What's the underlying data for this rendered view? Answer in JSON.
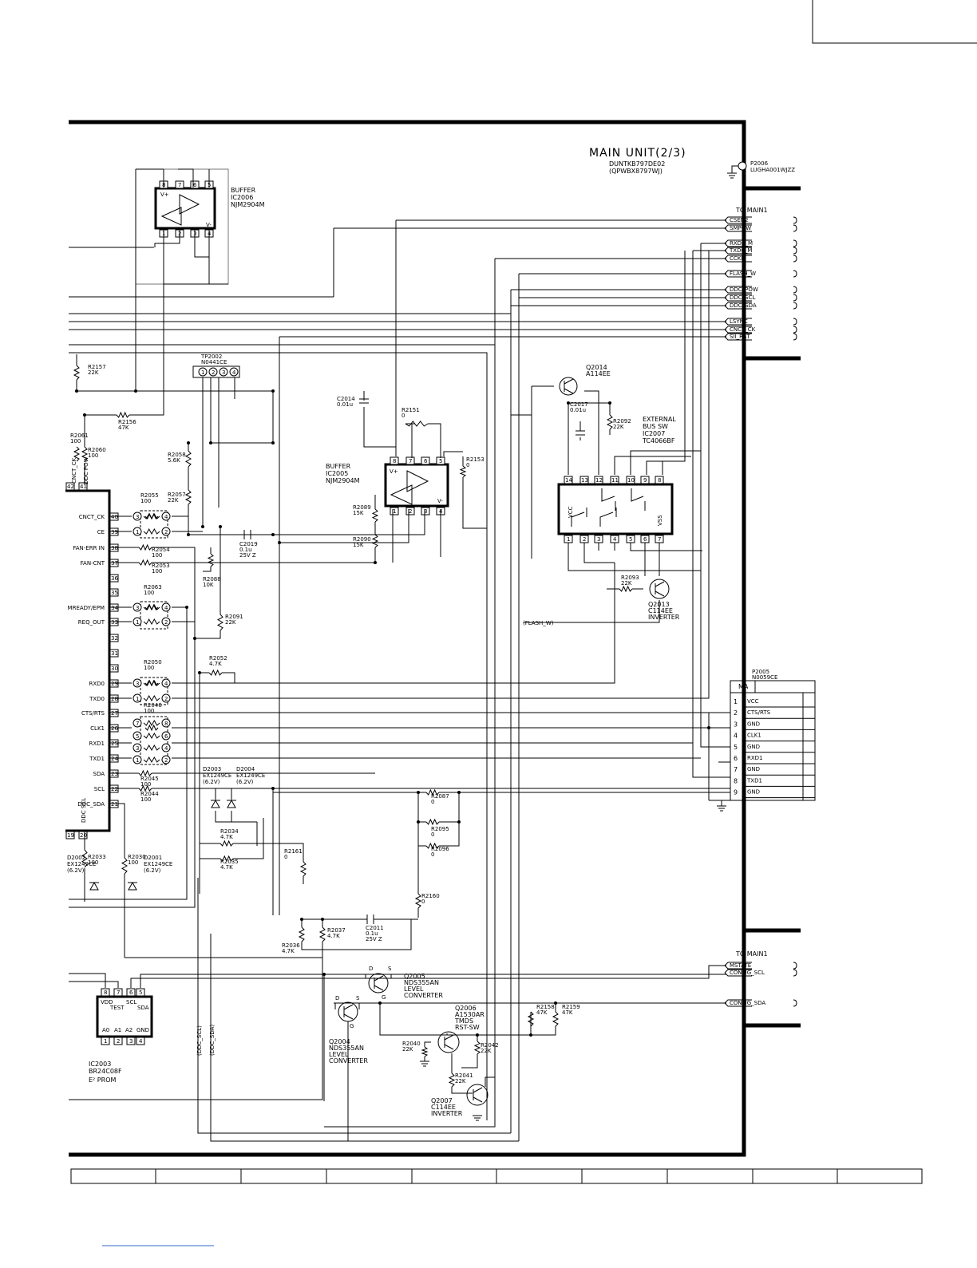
{
  "title": {
    "unit": "MAIN UNIT(2/3)",
    "part": "DUNTKB797DE02",
    "sub": "(QPWBX8797WJ)"
  },
  "ground": {
    "ref": "P2006",
    "part": "LUGHA001WJZZ"
  },
  "to_main_top": {
    "label": "TO MAIN1",
    "signals": [
      "CSEN2",
      "SMPOW",
      "RXD0_M",
      "TXD0_M",
      "CCKM",
      "FLASH_W",
      "DDC_POW",
      "DDC_SCL",
      "DDC_SDA",
      "LSYNC",
      "CNCT_CK",
      "SII_RST"
    ]
  },
  "to_main_bottom": {
    "label": "TO MAIN1",
    "signals": [
      "MSTATE",
      "CONFIG_SCL",
      "CONFIG_SDA"
    ]
  },
  "ics": {
    "ic2006": {
      "lines": [
        "BUFFER",
        "IC2006",
        "NJM2904M"
      ],
      "pins_top": [
        "8",
        "7",
        "6",
        "5"
      ],
      "pins_bottom": [
        "1",
        "2",
        "3",
        "4"
      ],
      "vplus": "V+",
      "vminus": "V-"
    },
    "ic2005": {
      "lines": [
        "BUFFER",
        "IC2005",
        "NJM2904M"
      ],
      "pins_top": [
        "8",
        "7",
        "6",
        "5"
      ],
      "pins_bottom": [
        "1",
        "2",
        "3",
        "4"
      ],
      "vplus": "V+",
      "vminus": "V-"
    },
    "ic2007": {
      "lines": [
        "EXTERNAL",
        "BUS SW",
        "IC2007",
        "TC4066BF"
      ],
      "pins_top": [
        "14",
        "13",
        "12",
        "11",
        "10",
        "9",
        "8"
      ],
      "pins_bottom": [
        "1",
        "2",
        "3",
        "4",
        "5",
        "6",
        "7"
      ],
      "vcc": "VCC",
      "vss": "VSS"
    },
    "ic2003": {
      "lines": [
        "IC2003",
        "BR24C08F"
      ],
      "prom": "E² PROM",
      "pins_top": [
        "8",
        "7",
        "6",
        "5"
      ],
      "pins_bottom": [
        "1",
        "2",
        "3",
        "4"
      ],
      "inner_top": [
        "VDD",
        "TEST",
        "SCL",
        "SDA"
      ],
      "inner_bottom": [
        "A0",
        "A1",
        "A2",
        "GND"
      ]
    }
  },
  "tp2002": {
    "ref": "TP2002",
    "part": "N0441CE",
    "pins": [
      "1",
      "2",
      "3",
      "4"
    ]
  },
  "main_ic": {
    "top_labels": [
      "DDC POW",
      "CNCT_CK"
    ],
    "top_pins": [
      "42",
      "41"
    ],
    "pins": [
      {
        "num": "40",
        "name": "CNCT_CK"
      },
      {
        "num": "39",
        "name": "CE"
      },
      {
        "num": "38",
        "name": "FAN-ERR IN"
      },
      {
        "num": "37",
        "name": "FAN-CNT"
      },
      {
        "num": "36",
        "name": ""
      },
      {
        "num": "35",
        "name": ""
      },
      {
        "num": "34",
        "name": "MREADY/EPM"
      },
      {
        "num": "33",
        "name": "REQ_OUT"
      },
      {
        "num": "32",
        "name": ""
      },
      {
        "num": "31",
        "name": ""
      },
      {
        "num": "30",
        "name": ""
      },
      {
        "num": "29",
        "name": "RXD0"
      },
      {
        "num": "28",
        "name": "TXD0"
      },
      {
        "num": "27",
        "name": "CTS/RTS"
      },
      {
        "num": "26",
        "name": "CLK1"
      },
      {
        "num": "25",
        "name": "RXD1"
      },
      {
        "num": "24",
        "name": "TXD1"
      },
      {
        "num": "23",
        "name": "SDA"
      },
      {
        "num": "22",
        "name": "SCL"
      },
      {
        "num": "21",
        "name": "DDC_SDA"
      }
    ],
    "bottom_pins": [
      "19",
      "20"
    ],
    "bottom_label": "DDC SCL"
  },
  "resistors": [
    {
      "ref": "R2157",
      "val": "22K"
    },
    {
      "ref": "R2156",
      "val": "47K"
    },
    {
      "ref": "R2061",
      "val": "100"
    },
    {
      "ref": "R2060",
      "val": "100"
    },
    {
      "ref": "R2058",
      "val": "5.6K"
    },
    {
      "ref": "R2057",
      "val": "22K"
    },
    {
      "ref": "R2055",
      "val": "100"
    },
    {
      "ref": "R2054",
      "val": "100"
    },
    {
      "ref": "R2053",
      "val": "100"
    },
    {
      "ref": "R2088",
      "val": "10K"
    },
    {
      "ref": "R2063",
      "val": "100"
    },
    {
      "ref": "R2091",
      "val": "22K"
    },
    {
      "ref": "R2052",
      "val": "4.7K"
    },
    {
      "ref": "R2050",
      "val": "100"
    },
    {
      "ref": "R2046",
      "val": "100"
    },
    {
      "ref": "R2045",
      "val": "100"
    },
    {
      "ref": "R2044",
      "val": "100"
    },
    {
      "ref": "R2151",
      "val": "0"
    },
    {
      "ref": "R2153",
      "val": "0"
    },
    {
      "ref": "R2089",
      "val": "15K"
    },
    {
      "ref": "R2090",
      "val": "15K"
    },
    {
      "ref": "R2092",
      "val": "22K"
    },
    {
      "ref": "R2093",
      "val": "22K"
    },
    {
      "ref": "R2087",
      "val": "0"
    },
    {
      "ref": "R2095",
      "val": "0"
    },
    {
      "ref": "R2096",
      "val": "0"
    },
    {
      "ref": "R2034",
      "val": "4.7K"
    },
    {
      "ref": "R2035",
      "val": "4.7K"
    },
    {
      "ref": "R2161",
      "val": "0"
    },
    {
      "ref": "R2160",
      "val": "0"
    },
    {
      "ref": "R2037",
      "val": "4.7K"
    },
    {
      "ref": "R2036",
      "val": "4.7K"
    },
    {
      "ref": "R2033",
      "val": "100"
    },
    {
      "ref": "R2030",
      "val": "100"
    },
    {
      "ref": "R2158",
      "val": "47K"
    },
    {
      "ref": "R2159",
      "val": "47K"
    },
    {
      "ref": "R2040",
      "val": "22K"
    },
    {
      "ref": "R2042",
      "val": "22K"
    },
    {
      "ref": "R2041",
      "val": "22K"
    }
  ],
  "capacitors": [
    {
      "ref": "C2014",
      "val": "0.01u"
    },
    {
      "ref": "C2017",
      "val": "0.01u"
    },
    {
      "ref": "C2019",
      "val": "0.1u",
      "rating": "25V Z"
    },
    {
      "ref": "C2011",
      "val": "0.1u",
      "rating": "25V Z"
    }
  ],
  "diodes": [
    {
      "ref": "D2003",
      "part": "EX1249CE",
      "val": "(6.2V)"
    },
    {
      "ref": "D2004",
      "part": "EX1249CE",
      "val": "(6.2V)"
    },
    {
      "ref": "D2001",
      "part": "EX1249CE",
      "val": "(6.2V)"
    },
    {
      "ref": "D2002",
      "part": "EX1249CE",
      "val": "(6.2V)"
    }
  ],
  "transistors": [
    {
      "ref": "Q2014",
      "part": "A114EE",
      "role": ""
    },
    {
      "ref": "Q2013",
      "part": "C114EE",
      "role": "INVERTER"
    },
    {
      "ref": "Q2005",
      "part": "NDS355AN",
      "role": "LEVEL CONVERTER"
    },
    {
      "ref": "Q2004",
      "part": "NDS355AN",
      "role": "LEVEL CONVERTER"
    },
    {
      "ref": "Q2006",
      "part": "A1530AR",
      "role": "TMDS RST-SW"
    },
    {
      "ref": "Q2007",
      "part": "C114EE",
      "role": "INVERTER"
    }
  ],
  "flash_label": "(FLASH_W)",
  "ddc_labels": [
    "(DDC_SCL)",
    "(DDC_SDA)"
  ],
  "connector": {
    "ref": "P2005",
    "part": "N0059CE",
    "header": "MA",
    "pins": [
      {
        "num": "1",
        "name": "VCC"
      },
      {
        "num": "2",
        "name": "CTS/RTS"
      },
      {
        "num": "3",
        "name": "GND"
      },
      {
        "num": "4",
        "name": "CLK1"
      },
      {
        "num": "5",
        "name": "GND"
      },
      {
        "num": "6",
        "name": "RXD1"
      },
      {
        "num": "7",
        "name": "GND"
      },
      {
        "num": "8",
        "name": "TXD1"
      },
      {
        "num": "9",
        "name": "GND"
      }
    ]
  },
  "mosfet_pins": {
    "d": "D",
    "s": "S",
    "g": "G"
  }
}
